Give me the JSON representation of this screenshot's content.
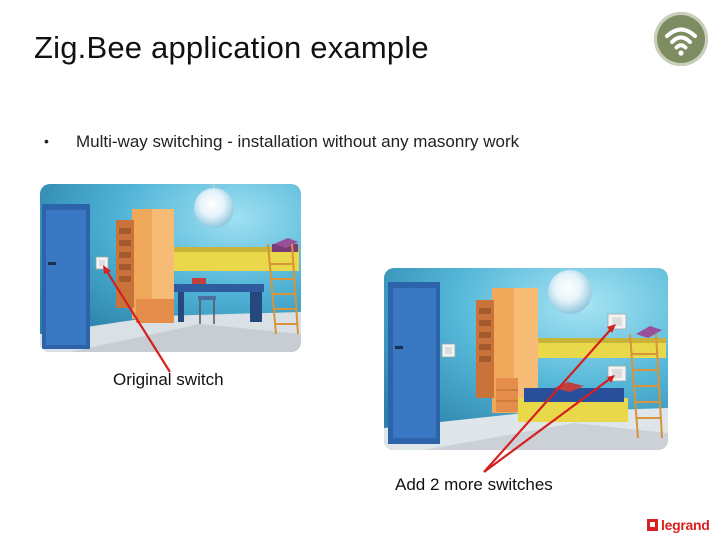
{
  "slide": {
    "title": "Zig.Bee application example",
    "bullet": "Multi-way switching - installation without any masonry work",
    "caption_original": "Original switch",
    "caption_added": "Add 2 more switches"
  },
  "icons": {
    "top_right": "wifi-icon",
    "bullet": "bullet-icon"
  },
  "logo": {
    "text": "legrand"
  },
  "colors": {
    "wifi_badge": "#7e8c62",
    "arrow": "#d62020",
    "logo": "#d9201f"
  }
}
